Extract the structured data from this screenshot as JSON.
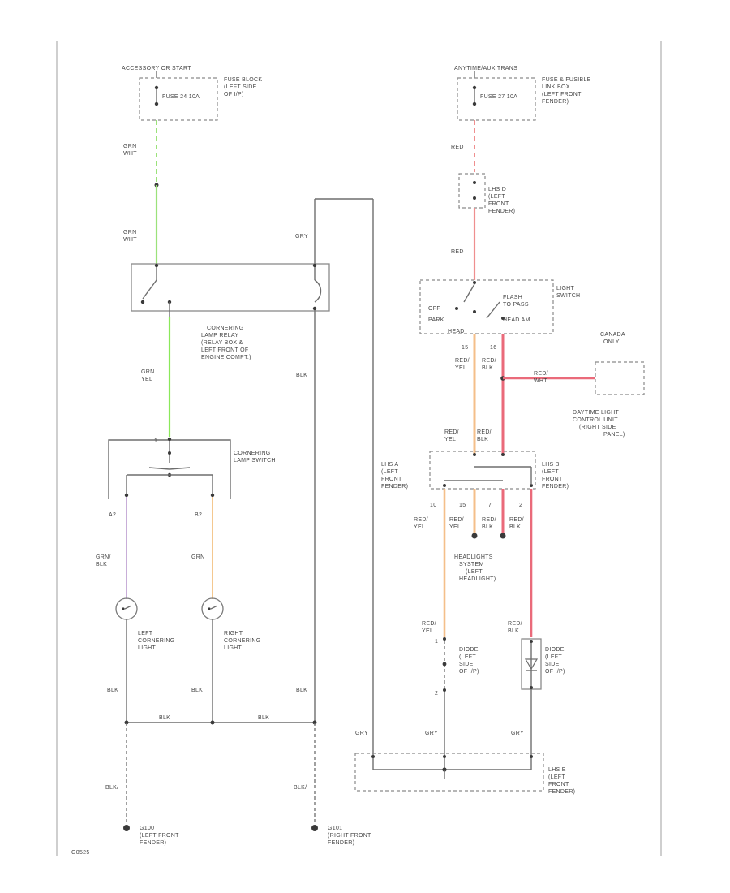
{
  "diagram_id": "G0525",
  "colors": {
    "grn_wht": "#9be27a",
    "grn_yel": "#8be85a",
    "red": "#ef8f8f",
    "red_blk": "#ea6a7a",
    "red_yel": "#f4bf8a",
    "grn_blk": "#c8aed8",
    "grn": "#f4c890",
    "ground_wire": "#6e6e6e"
  },
  "top": {
    "left_source": "ACCESSORY OR START",
    "left_fuse": "FUSE 24 10A",
    "left_fuse_block": [
      "FUSE BLOCK",
      "(LEFT SIDE",
      "OF I/P)"
    ],
    "right_source": "ANYTIME/AUX TRANS",
    "right_fuse": "FUSE 27 10A",
    "right_fuse_block": [
      "FUSE & FUSIBLE",
      "LINK BOX",
      "(LEFT FRONT",
      "FENDER)"
    ]
  },
  "wires": {
    "grn_wht": [
      "GRN",
      "WHT"
    ],
    "grn_yel": [
      "GRN",
      "YEL"
    ],
    "gry": "GRY",
    "blk": "BLK",
    "red": "RED",
    "red_yel": [
      "RED/",
      "YEL"
    ],
    "red_blk": [
      "RED/",
      "BLK"
    ],
    "red_wht": [
      "RED/",
      "WHT"
    ],
    "grn_blk": [
      "GRN/",
      "BLK"
    ],
    "grn": [
      "GRN"
    ],
    "blk_wht": "BLK/"
  },
  "components": {
    "cornering_relay": [
      "CORNERING",
      "LAMP RELAY",
      "(RELAY BOX &",
      "LEFT FRONT OF",
      "ENGINE COMPT.)"
    ],
    "cornering_switch": [
      "CORNERING",
      "LAMP SWITCH"
    ],
    "left_cornering_light": [
      "LEFT",
      "CORNERING",
      "LIGHT"
    ],
    "right_cornering_light": [
      "RIGHT",
      "CORNERING",
      "LIGHT"
    ],
    "light_switch": [
      "LIGHT",
      "SWITCH"
    ],
    "switch_positions": [
      "OFF",
      "PARK",
      "FLASH",
      "TO PASS",
      "HEAD",
      "HEAD AM"
    ],
    "canada": [
      "CANADA",
      "ONLY"
    ],
    "drl_unit": [
      "DAYTIME LIGHT",
      "CONTROL UNIT",
      "(RIGHT SIDE",
      "PANEL)"
    ],
    "lhs_d": [
      "LHS D",
      "(LEFT",
      "FRONT",
      "FENDER)"
    ],
    "lhs_a_left": [
      "LHS A",
      "(LEFT",
      "FRONT",
      "FENDER)"
    ],
    "lhs_b_right": [
      "LHS B",
      "(LEFT",
      "FRONT",
      "FENDER)"
    ],
    "headlights": [
      "HEADLIGHTS",
      "SYSTEM",
      "(LEFT",
      "HEADLIGHT)"
    ],
    "diode_left": [
      "DIODE",
      "(LEFT",
      "SIDE",
      "OF I/P)"
    ],
    "diode_right": [
      "DIODE",
      "(LEFT",
      "SIDE",
      "OF I/P)"
    ],
    "lhs_e_bottom": [
      "LHS E",
      "(LEFT",
      "FRONT",
      "FENDER)"
    ],
    "ground_left": [
      "G100",
      "(LEFT FRONT",
      "FENDER)"
    ],
    "ground_right": [
      "G101",
      "(RIGHT FRONT",
      "FENDER)"
    ]
  },
  "pins": {
    "a2": "A2",
    "b2": "B2",
    "p10": "10",
    "p15": "15",
    "p16": "16",
    "p2": "2",
    "p7": "7",
    "p1": "1"
  }
}
